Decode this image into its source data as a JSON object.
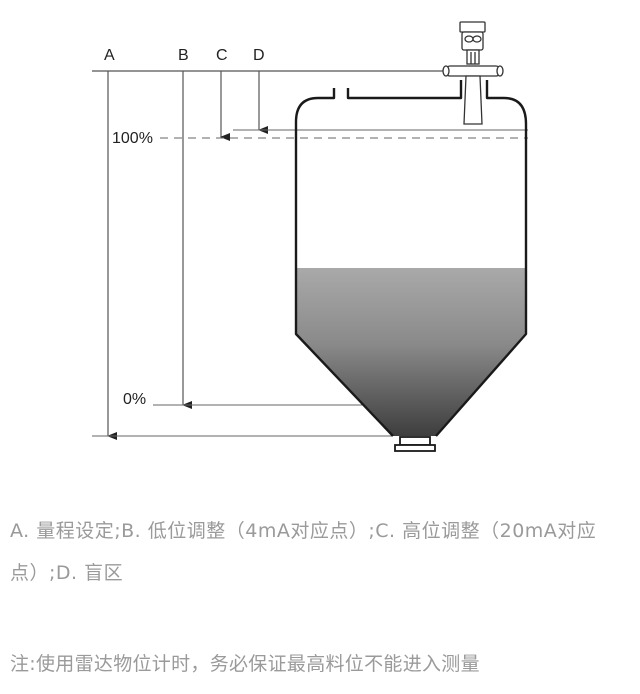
{
  "diagram": {
    "labels": {
      "a": "A",
      "b": "B",
      "c": "C",
      "d": "D",
      "pct_100": "100%",
      "pct_0": "0%"
    },
    "colors": {
      "line": "#333333",
      "thin_line": "#666666",
      "fill_top": "#a8a8a8",
      "fill_bottom": "#4a4a4a"
    }
  },
  "caption": {
    "text": "A. 量程设定;B. 低位调整（4mA对应点）;C. 高位调整（20mA对应点）;D. 盲区"
  },
  "note": {
    "text": "注:使用雷达物位计时，务必保证最高料位不能进入测量"
  }
}
